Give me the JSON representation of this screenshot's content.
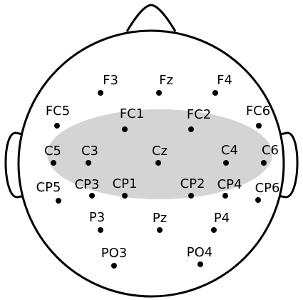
{
  "diagram": {
    "colors": {
      "outline": "#000000",
      "region": "#d4d4d4",
      "electrode": "#000000",
      "background": "#ffffff"
    },
    "electrodes": [
      {
        "id": "f3",
        "label": "F3"
      },
      {
        "id": "fz",
        "label": "Fz"
      },
      {
        "id": "f4",
        "label": "F4"
      },
      {
        "id": "fc5",
        "label": "FC5"
      },
      {
        "id": "fc1",
        "label": "FC1"
      },
      {
        "id": "fc2",
        "label": "FC2"
      },
      {
        "id": "fc6",
        "label": "FC6"
      },
      {
        "id": "c5",
        "label": "C5"
      },
      {
        "id": "c3",
        "label": "C3"
      },
      {
        "id": "cz",
        "label": "Cz"
      },
      {
        "id": "c4",
        "label": "C4"
      },
      {
        "id": "c6",
        "label": "C6"
      },
      {
        "id": "cp5",
        "label": "CP5"
      },
      {
        "id": "cp3",
        "label": "CP3"
      },
      {
        "id": "cp1",
        "label": "CP1"
      },
      {
        "id": "cp2",
        "label": "CP2"
      },
      {
        "id": "cp4",
        "label": "CP4"
      },
      {
        "id": "cp6",
        "label": "CP6"
      },
      {
        "id": "p3",
        "label": "P3"
      },
      {
        "id": "pz",
        "label": "Pz"
      },
      {
        "id": "p4",
        "label": "P4"
      },
      {
        "id": "po3",
        "label": "PO3"
      },
      {
        "id": "po4",
        "label": "PO4"
      }
    ]
  }
}
